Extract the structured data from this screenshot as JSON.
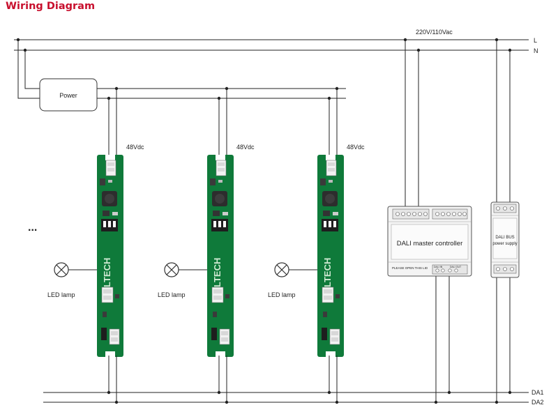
{
  "title": "Wiring Diagram",
  "colors": {
    "title": "#c8102e",
    "wire": "#222222",
    "pcb": "#0f7a3a",
    "logo": "#cfe9d2"
  },
  "supply_label": "220V/110Vac",
  "line_l": "L",
  "line_n": "N",
  "bus_da1": "DA1",
  "bus_da2": "DA2",
  "power_box": "Power",
  "continuation": "...",
  "drivers": [
    {
      "voltage": "48Vdc",
      "lamp_label": "LED lamp",
      "brand": "LTECH"
    },
    {
      "voltage": "48Vdc",
      "lamp_label": "LED lamp",
      "brand": "LTECH"
    },
    {
      "voltage": "48Vdc",
      "lamp_label": "LED lamp",
      "brand": "LTECH"
    }
  ],
  "controller": {
    "label": "DALI master controller",
    "notice": "PLEASE OPEN THIS LID",
    "port_a": "DALI IN",
    "port_b": "DALI OUT"
  },
  "bus_supply": {
    "line1": "DALI BUS",
    "line2": "power supply"
  }
}
